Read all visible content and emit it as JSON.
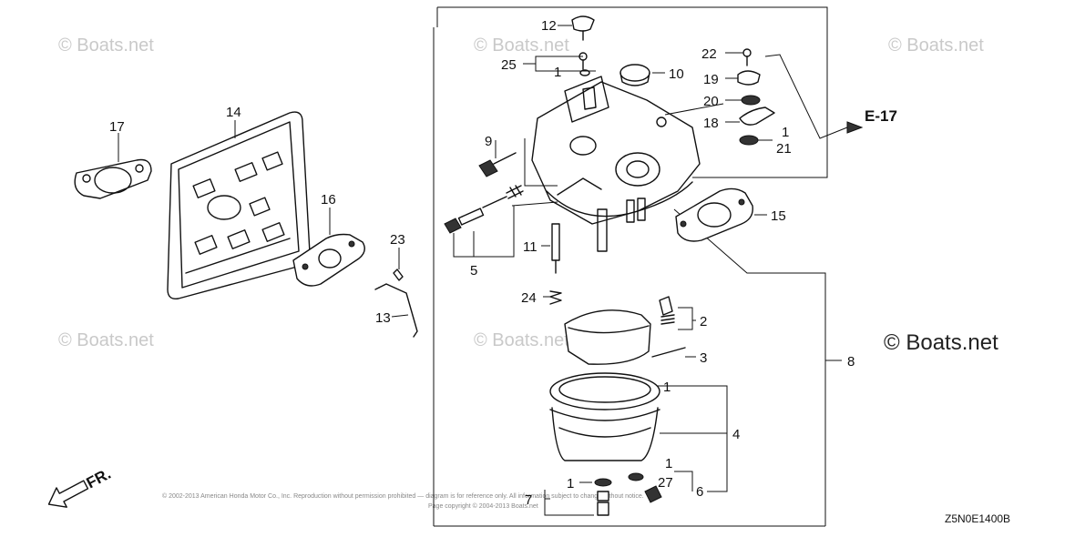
{
  "callouts": {
    "c12": "12",
    "c25": "25",
    "c1a": "1",
    "c10": "10",
    "c22": "22",
    "c19": "19",
    "c20": "20",
    "c18": "18",
    "c1b": "1",
    "c21": "21",
    "c9": "9",
    "c11": "11",
    "c5": "5",
    "c24": "24",
    "c2": "2",
    "c3": "3",
    "c8": "8",
    "c1c": "1",
    "c4": "4",
    "c1d": "1",
    "c27": "27",
    "c6": "6",
    "c1e": "1",
    "c7": "7",
    "c13": "13",
    "c23": "23",
    "c14": "14",
    "c15": "15",
    "c16": "16",
    "c17": "17"
  },
  "reference": "E-17",
  "diagram_code": "Z5N0E1400B",
  "front_marker": "FR.",
  "watermark": "© Boats.net",
  "colors": {
    "line": "#111111",
    "watermark": "#c9c9c9"
  }
}
